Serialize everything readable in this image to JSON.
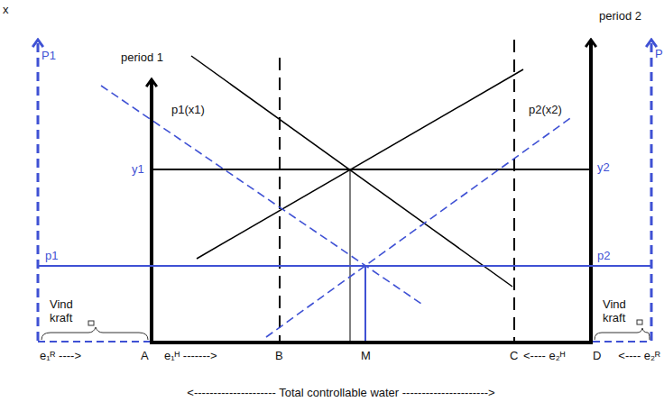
{
  "diagram": {
    "labels": [
      "x",
      "P1",
      "period 1",
      "p1(x1)",
      "y1",
      "p1",
      "Vind kraft",
      "e₁ᴿ ---->",
      "A",
      "e₁ᴴ ------->",
      "B",
      "M",
      "C",
      "<---- e₂ᴴ",
      "D",
      "<---- e₂ᴿ",
      "<--------------------- Total controllable water ---------------------->",
      "period 2",
      "p2(x2)",
      "y2",
      "p2",
      "Vind kraft",
      "P"
    ]
  }
}
